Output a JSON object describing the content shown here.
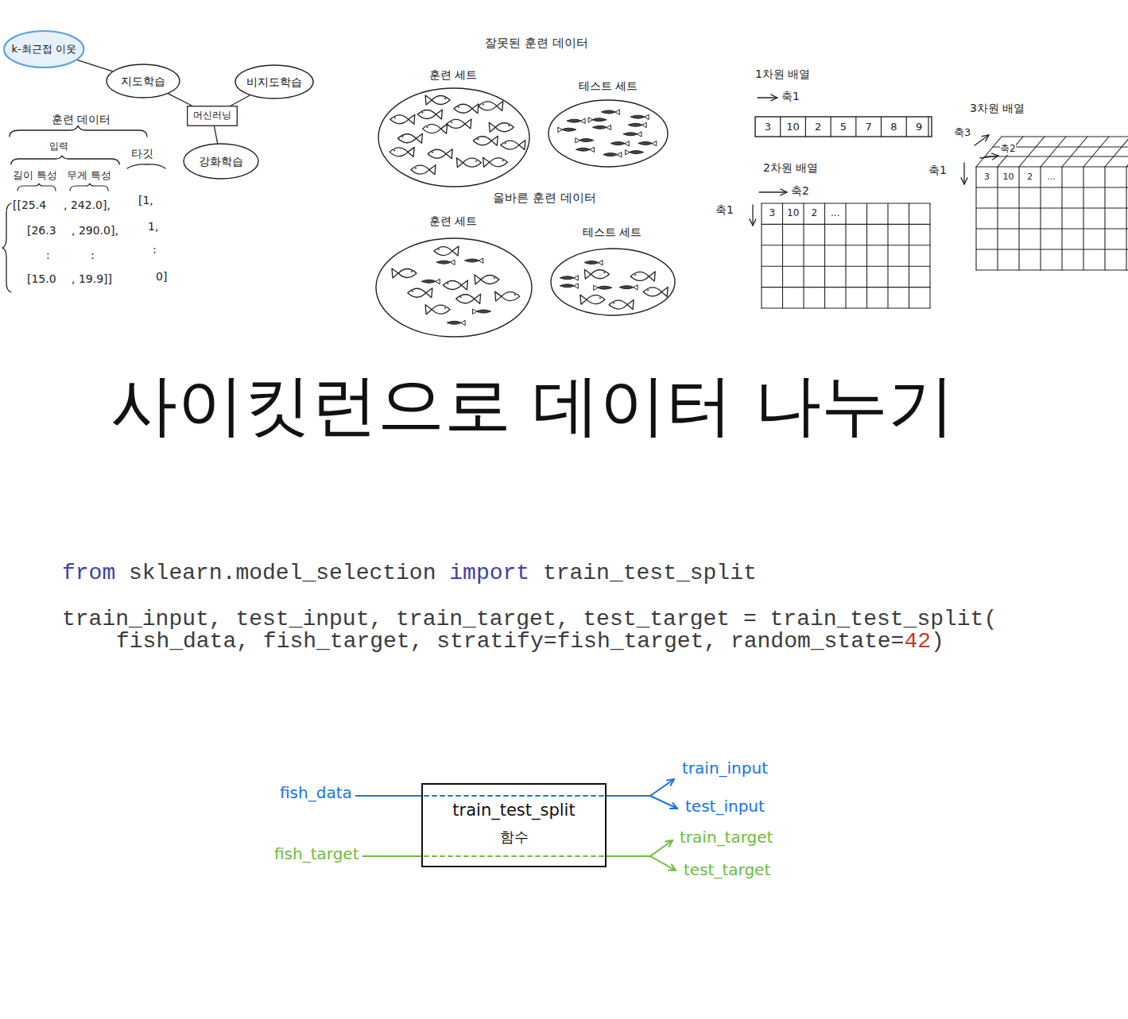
{
  "diagram": {
    "title": "사이킷런으로 데이터 나누기",
    "nodes": [
      {
        "text": [
          "k-최근접 이웃"
        ]
      },
      {
        "text": [
          "지도학습"
        ]
      },
      {
        "text": [
          "비지도학습"
        ]
      },
      {
        "text": [
          "머신러닝"
        ]
      },
      {
        "text": [
          "강화학습"
        ]
      },
      {
        "text": [
          "훈련 세트"
        ]
      },
      {
        "text": [
          "테스트 세트"
        ]
      },
      {
        "text": [
          "훈련 세트"
        ]
      },
      {
        "text": [
          "테스트 세트"
        ]
      },
      {
        "text": [
          "train_test_split",
          "함수"
        ]
      }
    ],
    "edges": [
      {
        "from": 0,
        "to": 1,
        "arrow": "none"
      },
      {
        "from": 1,
        "to": 3,
        "arrow": "none"
      },
      {
        "from": 2,
        "to": 3,
        "arrow": "none"
      },
      {
        "from": 3,
        "to": 4,
        "arrow": "none"
      }
    ],
    "labels": [
      "훈련 데이터",
      "입력",
      "타깃",
      "길이 특성",
      "무게 특성",
      "[[25.4",
      ", 242.0],",
      "[1,",
      "[26.3",
      ", 290.0],",
      "1,",
      ":",
      ":",
      ":",
      "[15.0",
      ", 19.9]]",
      "0]",
      "잘못된 훈련 데이터",
      "올바른 훈련 데이터",
      "1차원 배열",
      "축1",
      "3",
      "10",
      "2",
      "5",
      "7",
      "8",
      "9",
      "2차원 배열",
      "축2",
      "축1",
      "3",
      "10",
      "2",
      "...",
      "3차원 배열",
      "축3",
      "축2",
      "축1",
      "3",
      "10",
      "2",
      "...",
      "from",
      "sklearn.model_selection",
      "import",
      "train_test_split",
      "train_input, test_input, train_target, test_target = train_test_split(",
      "fish_data, fish_target, stratify=fish_target, random_state=",
      "42",
      ")",
      "fish_data",
      "fish_target",
      "train_input",
      "test_input",
      "train_target",
      "test_target"
    ]
  }
}
